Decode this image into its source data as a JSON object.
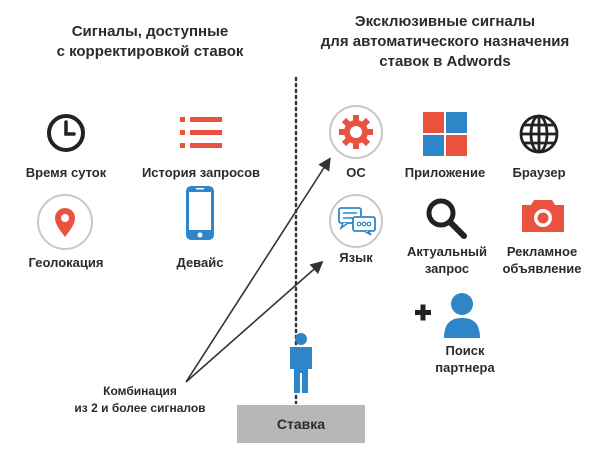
{
  "headings": {
    "left": [
      "Сигналы, доступные",
      "с корректировкой ставок"
    ],
    "right": [
      "Эксклюзивные сигналы",
      "для автоматического назначения",
      "ставок в Adwords"
    ]
  },
  "left_signals": {
    "time_of_day": {
      "label": "Время суток",
      "icon": "clock-icon"
    },
    "search_history": {
      "label": "История запросов",
      "icon": "list-icon"
    },
    "geolocation": {
      "label": "Геолокация",
      "icon": "location-pin-icon"
    },
    "device": {
      "label": "Девайс",
      "icon": "smartphone-icon"
    }
  },
  "right_signals": {
    "os": {
      "label": "ОС",
      "icon": "gear-icon"
    },
    "app": {
      "label": "Приложение",
      "icon": "windows-icon"
    },
    "browser": {
      "label": "Браузер",
      "icon": "globe-icon"
    },
    "language": {
      "label": "Язык",
      "icon": "speech-bubbles-icon"
    },
    "actual_query": {
      "label": [
        "Актуальный",
        "запрос"
      ],
      "icon": "magnifier-icon"
    },
    "ad": {
      "label": [
        "Рекламное",
        "объявление"
      ],
      "icon": "camera-icon"
    },
    "partner_search": {
      "label": [
        "Поиск",
        "партнера"
      ],
      "icon": "person-plus-icon"
    }
  },
  "combination_label": [
    "Комбинация",
    "из 2 и более сигналов"
  ],
  "bet_label": "Ставка",
  "colors": {
    "text": "#2b2b2b",
    "red": "#e8523f",
    "blue": "#2e86c9",
    "circle_border": "#c8c8c8",
    "bet_box": "#b7b7b7"
  }
}
